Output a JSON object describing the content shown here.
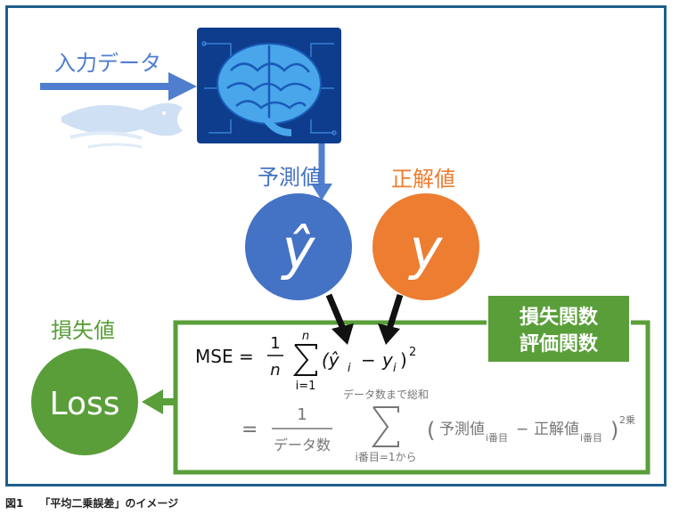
{
  "diagram": {
    "input_label": "入力データ",
    "prediction_label": "予測値",
    "truth_label": "正解値",
    "prediction_symbol": "ŷ",
    "truth_symbol": "y",
    "loss_value_label": "損失値",
    "loss_circle_text": "Loss",
    "function_box_line1": "損失関数",
    "function_box_line2": "評価関数",
    "formula": {
      "mse_lhs": "MSE =",
      "frac_num": "1",
      "frac_den": "n",
      "sum_upper": "n",
      "sum_lower": "i=1",
      "body": "(ŷ",
      "body_sub_i": "i",
      "minus": "−",
      "y": "y",
      "y_sub_i": "i",
      "close": ")",
      "square": "2",
      "eq2": "=",
      "frac2_num": "1",
      "frac2_den": "データ数",
      "sum2_upper": "データ数まで総和",
      "sum2_lower": "i番目=1から",
      "open2": "(",
      "pred_word": "予測値",
      "pred_sub": "i番目",
      "minus2": "−",
      "truth_word": "正解値",
      "truth_sub": "i番目",
      "close2": ")",
      "square2": "2乗"
    },
    "colors": {
      "blue": "#4472c4",
      "arrow_blue": "#4f7ecf",
      "orange": "#ed7d31",
      "green": "#5a9e3a",
      "frame": "#1f5f8b",
      "brain_bg": "#0d3d8c"
    }
  },
  "caption": {
    "figure_no": "図1",
    "text": "「平均二乗誤差」のイメージ"
  }
}
